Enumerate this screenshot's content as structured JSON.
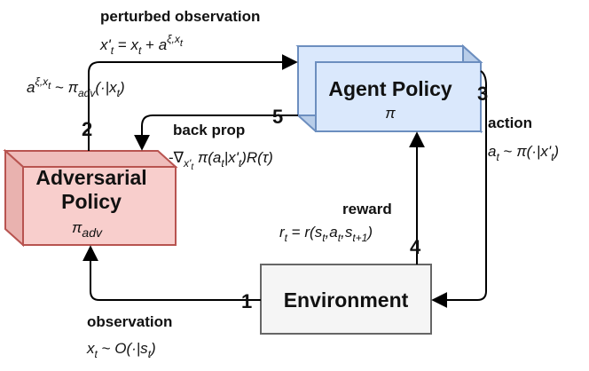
{
  "nodes": {
    "agent": {
      "title": "Agent Policy",
      "symbol": "π"
    },
    "adversary": {
      "title_line1": "Adversarial",
      "title_line2": "Policy",
      "symbol": "π",
      "symbol_sub": "adv"
    },
    "environment": {
      "title": "Environment"
    }
  },
  "steps": {
    "one": "1",
    "two": "2",
    "three": "3",
    "four": "4",
    "five": "5"
  },
  "labels": {
    "perturbed": "perturbed observation",
    "backprop": "back prop",
    "action": "action",
    "reward": "reward",
    "observation": "observation"
  },
  "colors": {
    "agent_fill": "#dae8fc",
    "agent_stroke": "#6c8ebf",
    "adversary_fill": "#f8cecc",
    "adversary_stroke": "#b85450",
    "environment_fill": "#f5f5f5",
    "environment_stroke": "#666666",
    "arrow": "#000000"
  }
}
